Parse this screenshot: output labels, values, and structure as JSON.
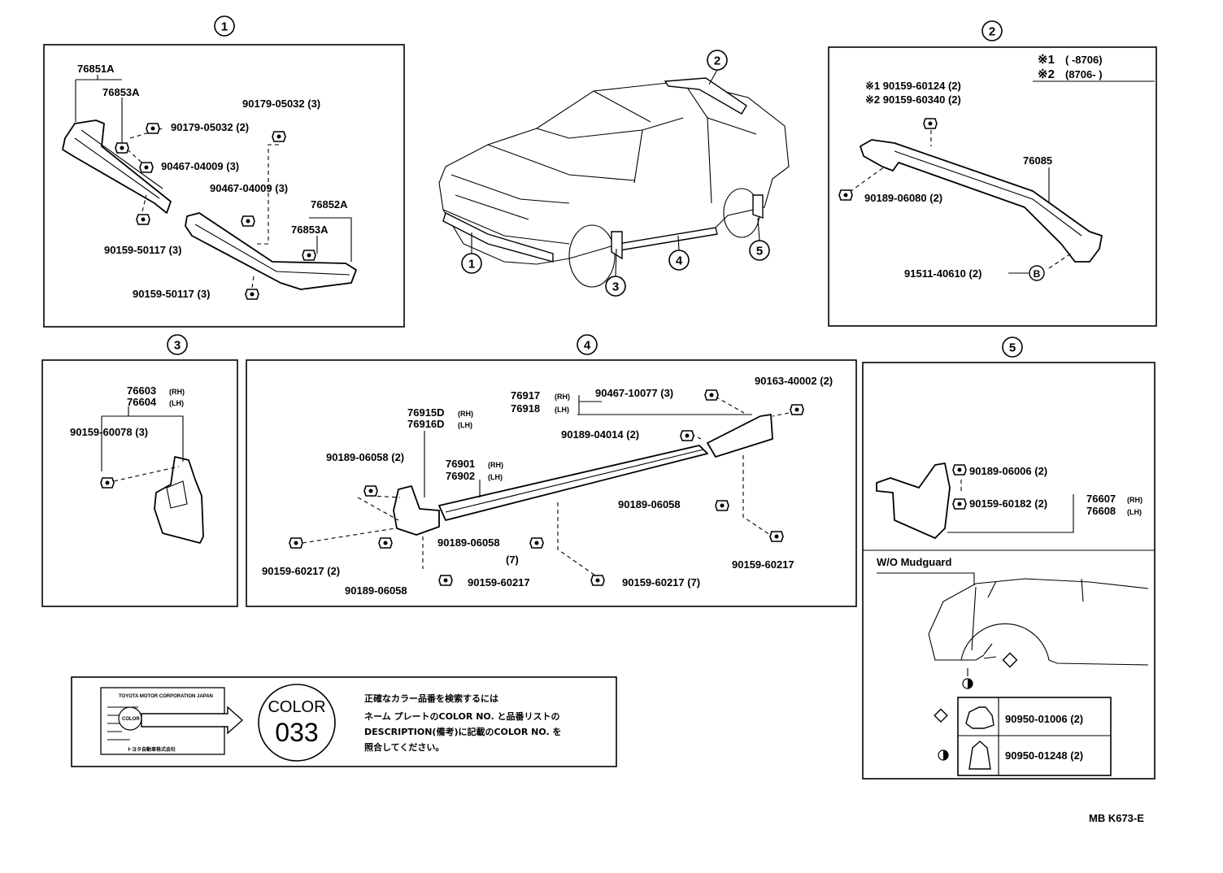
{
  "sections": {
    "s1": {
      "num": "1",
      "labels": {
        "p76851A": "76851A",
        "p76853A_top": "76853A",
        "p90179_2": "90179-05032 (2)",
        "p90179_3": "90179-05032 (3)",
        "p90467_top": "90467-04009 (3)",
        "p90467_mid": "90467-04009 (3)",
        "p76852A": "76852A",
        "p76853A_bot": "76853A",
        "p90159_a": "90159-50117 (3)",
        "p90159_b": "90159-50117 (3)"
      }
    },
    "s2": {
      "num": "2",
      "legend": {
        "mark1": "※1",
        "range1": "(      -8706)",
        "mark2": "※2",
        "range2": "(8706-       )"
      },
      "labels": {
        "p90159_60124": "※1 90159-60124 (2)",
        "p90159_60340": "※2 90159-60340 (2)",
        "p76085": "76085",
        "p90189_06080": "90189-06080 (2)",
        "p91511": "91511-40610 (2)",
        "markB": "B"
      }
    },
    "s3": {
      "num": "3",
      "labels": {
        "p76603": "76603",
        "p76603_side": "(RH)",
        "p76604": "76604",
        "p76604_side": "(LH)",
        "p90159_60078": "90159-60078 (3)"
      }
    },
    "s4": {
      "num": "4",
      "labels": {
        "p76917": "76917",
        "p76917_side": "(RH)",
        "p76918": "76918",
        "p76918_side": "(LH)",
        "p90467_10077": "90467-10077 (3)",
        "p90163": "90163-40002 (2)",
        "p76915D": "76915D",
        "p76915D_side": "(RH)",
        "p76916D": "76916D",
        "p76916D_side": "(LH)",
        "p90189_04014": "90189-04014 (2)",
        "p90189_06058_a": "90189-06058 (2)",
        "p76901": "76901",
        "p76901_side": "(RH)",
        "p76902": "76902",
        "p76902_side": "(LH)",
        "p90189_06058_b": "90189-06058",
        "p90189_06058_c": "90189-06058",
        "p90189_06058_c_qty": "(7)",
        "p90159_60217_a": "90159-60217 (2)",
        "p90189_06058_d": "90189-06058",
        "p90159_60217_b": "90159-60217",
        "p90159_60217_c": "90159-60217 (7)",
        "p90159_60217_d": "90159-60217"
      }
    },
    "s5": {
      "num": "5",
      "labels": {
        "p90189_06006": "90189-06006 (2)",
        "p90159_60182": "90159-60182 (2)",
        "p76607": "76607",
        "p76607_side": "(RH)",
        "p76608": "76608",
        "p76608_side": "(LH)"
      },
      "wo_title": "W/O Mudguard",
      "wo_parts": [
        {
          "part": "90950-01006 (2)",
          "symbol": "diamond"
        },
        {
          "part": "90950-01248 (2)",
          "symbol": "half-circle"
        }
      ]
    }
  },
  "car_callouts": [
    "2",
    "1",
    "3",
    "4",
    "5"
  ],
  "color_plate": {
    "plate_header": "TOYOTA MOTOR CORPORATION JAPAN",
    "plate_footer": "トヨタ自動車株式会社",
    "plate_color_tag": "COLOR",
    "circle_label": "COLOR",
    "circle_code": "033",
    "note_lines": [
      "正確なカラー品番を検索するには",
      "ネーム プレートのCOLOR NO. と品番リストの",
      "DESCRIPTION(備考)に記載のCOLOR NO. を",
      "照合してください。"
    ]
  },
  "footer_code": "MB K673-E",
  "icons": [
    "car-illustration",
    "bolt-icon",
    "clip-icon",
    "diamond-symbol",
    "half-circle-symbol",
    "arrow-icon"
  ]
}
